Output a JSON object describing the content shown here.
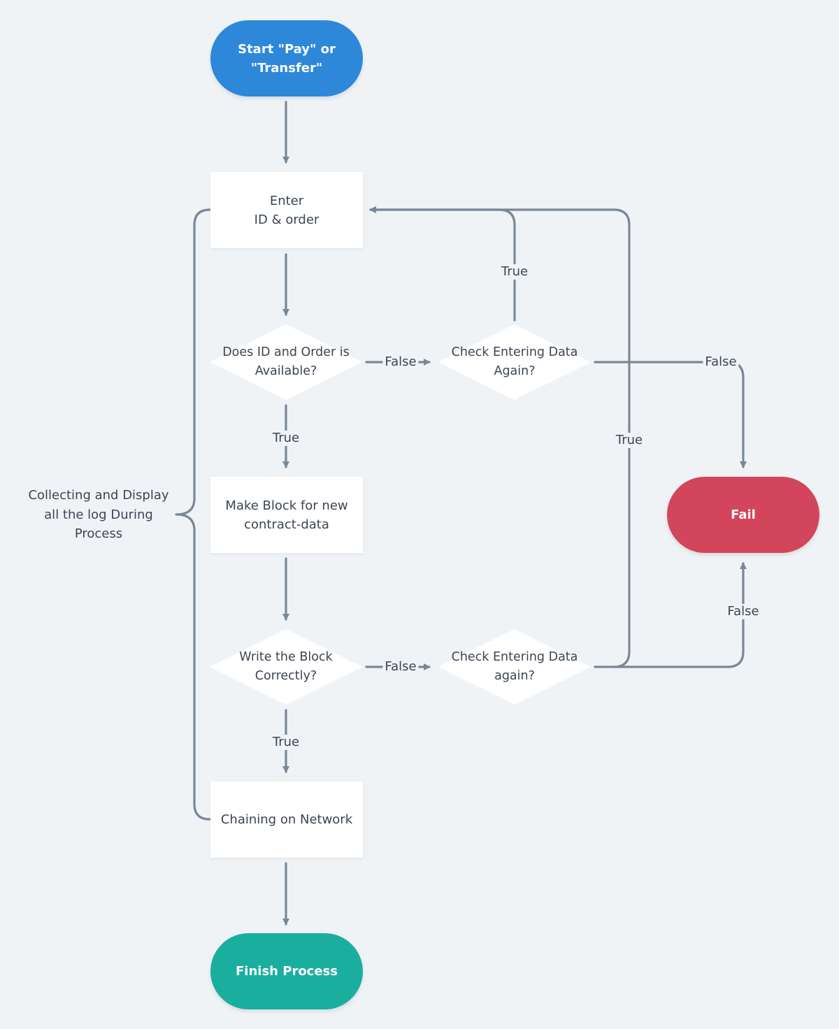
{
  "colors": {
    "background": "#f0f3f6",
    "connector": "#7a8896",
    "start": "#2e88da",
    "finish": "#1aae9f",
    "fail": "#d3455b",
    "process_fill": "#ffffff",
    "text": "#3b4552"
  },
  "nodes": {
    "start": "Start \"Pay\" or\n\"Transfer\"",
    "enter_id": "Enter\nID & order",
    "check_available": "Does ID and Order is\nAvailable?",
    "check_again_1": "Check Entering Data\nAgain?",
    "make_block": "Make Block for new\ncontract-data",
    "fail": "Fail",
    "write_block": "Write the Block\nCorrectly?",
    "check_again_2": "Check Entering Data\nagain?",
    "chaining": "Chaining on Network",
    "finish": "Finish Process"
  },
  "edge_labels": {
    "available_false": "False",
    "available_true": "True",
    "check1_true": "True",
    "check1_false": "False",
    "check2_true": "True",
    "check2_false": "False",
    "write_false": "False",
    "write_true": "True"
  },
  "note": "Collecting and Display\nall the log During\nProcess"
}
